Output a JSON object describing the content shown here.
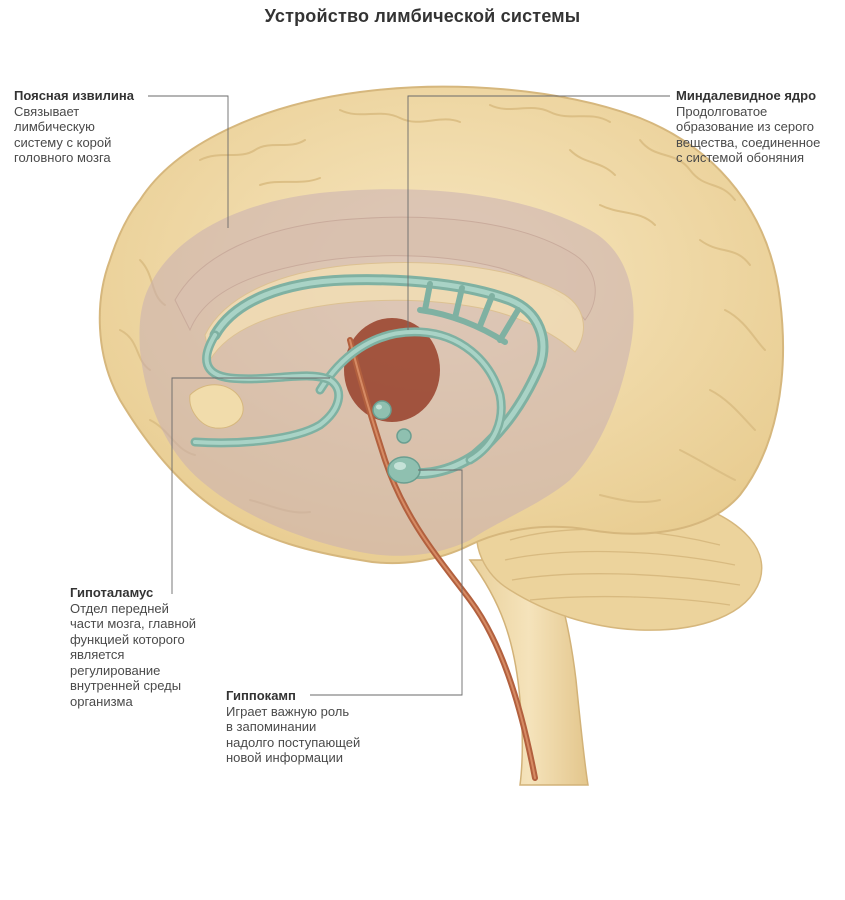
{
  "title": "Устройство лимбической системы",
  "labels": {
    "cingulate": {
      "name": "Поясная извилина",
      "desc": "Связывает\nлимбическую\nсистему с корой\nголовного мозга"
    },
    "amygdala": {
      "name": "Миндалевидное ядро",
      "desc": "Продолговатое\nобразование из серого\nвещества, соединенное\nс системой обоняния"
    },
    "hypothalamus": {
      "name": "Гипоталамус",
      "desc": "Отдел передней\nчасти мозга, главной\nфункцией которого\nявляется\nрегулирование\nвнутренней среды\nорганизма"
    },
    "hippocampus": {
      "name": "Гиппокамп",
      "desc": "Играет важную роль\nв запоминании\nнадолго поступающей\nновой информации"
    }
  },
  "colors": {
    "brain": "#f1d9a3",
    "brain_shadow": "#d9bd80",
    "limbic_overlay": "#c9aeb0",
    "fornix": "#8fc0b0",
    "thalamus": "#9c4a34",
    "brainstem_line": "#b2603e"
  }
}
